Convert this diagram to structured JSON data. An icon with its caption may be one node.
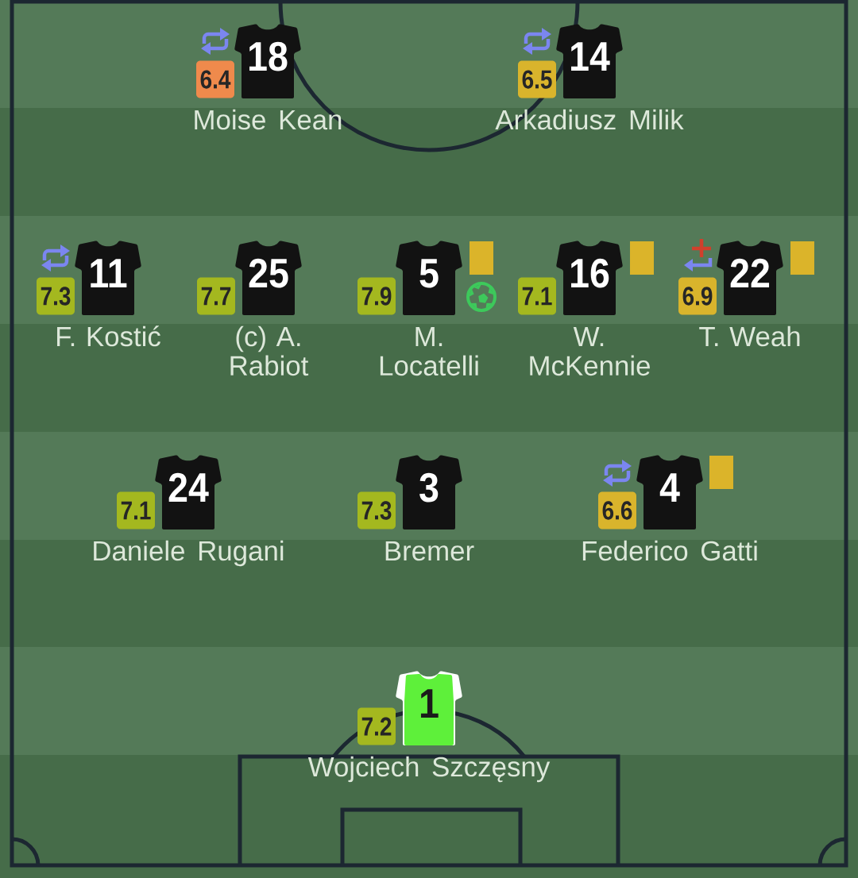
{
  "diagram": {
    "nodes": [
      {
        "text": [
          "6.4"
        ]
      },
      {
        "text": [
          "18"
        ],
        "beside": [
          "Moise Kean"
        ]
      },
      {
        "text": [
          "6.5"
        ]
      },
      {
        "text": [
          "14"
        ],
        "beside": [
          "Arkadiusz Milik"
        ]
      },
      {
        "text": [
          "7.3"
        ]
      },
      {
        "text": [
          "11"
        ],
        "beside": [
          "F. Kostić"
        ]
      },
      {
        "text": [
          "7.7"
        ]
      },
      {
        "text": [
          "25"
        ],
        "beside": [
          "(c) A. Rabiot"
        ]
      },
      {
        "text": [
          "7.9"
        ]
      },
      {
        "text": [
          "5"
        ],
        "beside": [
          "M. Locatelli"
        ]
      },
      {
        "text": [
          "7.1"
        ]
      },
      {
        "text": [
          "16"
        ],
        "beside": [
          "W. McKennie"
        ]
      },
      {
        "text": [
          "6.9"
        ]
      },
      {
        "text": [
          "22"
        ],
        "beside": [
          "T. Weah"
        ]
      },
      {
        "text": [
          "7.1"
        ]
      },
      {
        "text": [
          "24"
        ],
        "beside": [
          "Daniele Rugani"
        ]
      },
      {
        "text": [
          "7.3"
        ]
      },
      {
        "text": [
          "3"
        ],
        "beside": [
          "Bremer"
        ]
      },
      {
        "text": [
          "6.6"
        ]
      },
      {
        "text": [
          "4"
        ],
        "beside": [
          "Federico Gatti"
        ]
      },
      {
        "text": [
          "7.2"
        ]
      },
      {
        "text": [
          "1"
        ],
        "beside": [
          "Wojciech Szczęsny"
        ]
      }
    ]
  }
}
